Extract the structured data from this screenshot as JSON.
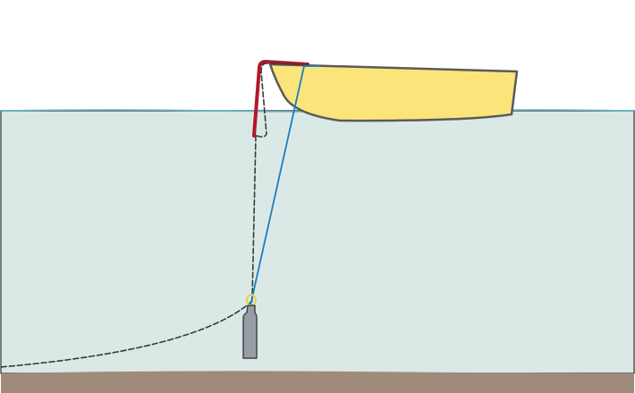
{
  "diagram": {
    "elements": [
      "boat-hull",
      "water",
      "seabed",
      "anchor-chain",
      "bow-roller",
      "retrieval-line",
      "anchor"
    ],
    "colors": {
      "sky": "#ffffff",
      "water_fill": "#dbe9e6",
      "water_surface": "#5cb6c8",
      "water_border": "#555555",
      "seabed": "#a08a7c",
      "hull_fill": "#fbe57a",
      "hull_outline": "#5a5a5a",
      "bow_roller": "#b3162b",
      "chain": "#3b3b3b",
      "retrieval_line": "#1a7fc1",
      "anchor_fill": "#969ea4",
      "anchor_outline": "#444444",
      "shackle": "#e6cf4c"
    }
  }
}
